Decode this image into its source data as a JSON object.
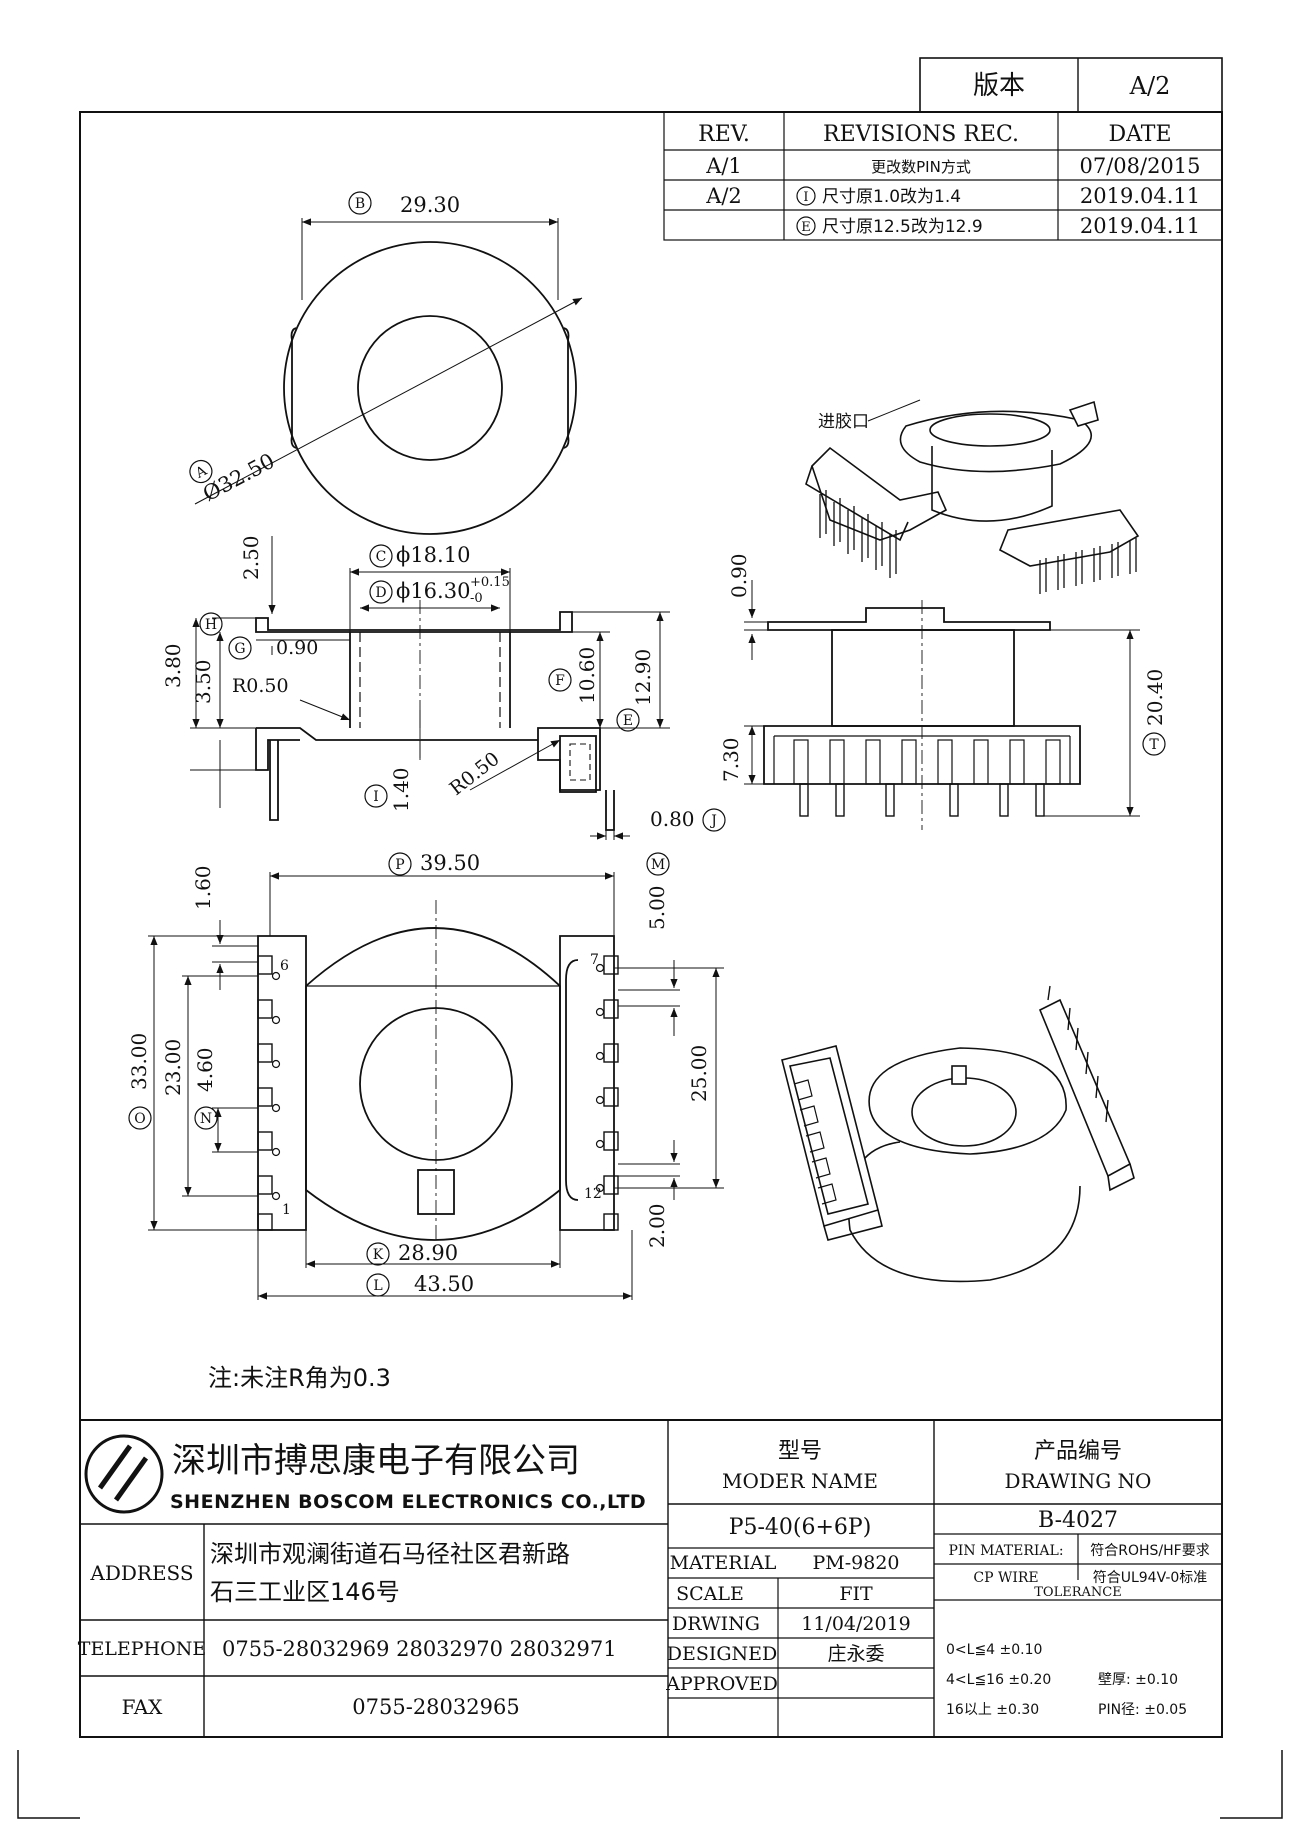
{
  "version_box": {
    "label": "版本",
    "value": "A/2"
  },
  "revisions": {
    "headers": {
      "rev": "REV.",
      "rec": "REVISIONS REC.",
      "date": "DATE"
    },
    "rows": [
      {
        "rev": "A/1",
        "mark": "",
        "desc": "更改数PIN方式",
        "date": "07/08/2015"
      },
      {
        "rev": "A/2",
        "mark": "I",
        "desc": "尺寸原1.0改为1.4",
        "date": "2019.04.11"
      },
      {
        "rev": "",
        "mark": "E",
        "desc": "尺寸原12.5改为12.9",
        "date": "2019.04.11"
      }
    ]
  },
  "dimensions": {
    "A": {
      "letter": "A",
      "value": "Ø32.50"
    },
    "B": {
      "letter": "B",
      "value": "29.30"
    },
    "C": {
      "letter": "C",
      "value": "ϕ18.10"
    },
    "D": {
      "letter": "D",
      "value": "ϕ16.30",
      "tol_plus": "+0.15",
      "tol_minus": "-0"
    },
    "E": {
      "letter": "E",
      "value": "12.90"
    },
    "F": {
      "letter": "F",
      "value": "10.60"
    },
    "G": {
      "letter": "G",
      "value": "3.50"
    },
    "H": {
      "letter": "H",
      "value": "3.80"
    },
    "I": {
      "letter": "I",
      "value": "1.40"
    },
    "J": {
      "letter": "J",
      "value": "0.80"
    },
    "K": {
      "letter": "K",
      "value": "28.90"
    },
    "L": {
      "letter": "L",
      "value": "43.50"
    },
    "M": {
      "letter": "M",
      "value": "5.00"
    },
    "N": {
      "letter": "N",
      "value": "4.60"
    },
    "O": {
      "letter": "O",
      "value": "33.00"
    },
    "P": {
      "letter": "P",
      "value": "39.50"
    },
    "T": {
      "letter": "T",
      "value": "20.40"
    },
    "plain": {
      "d250": "2.50",
      "d090a": "0.90",
      "d090b": "0.90",
      "r050a": "R0.50",
      "r050b": "R0.50",
      "d730": "7.30",
      "d160": "1.60",
      "d2300": "23.00",
      "d2500": "25.00",
      "d200": "2.00"
    }
  },
  "pins": {
    "p1": "1",
    "p6": "6",
    "p7": "7",
    "p12": "12"
  },
  "gate_label": "进胶口",
  "note": "注:未注R角为0.3",
  "company": {
    "name_cn": "深圳市搏思康电子有限公司",
    "name_en": "SHENZHEN BOSCOM ELECTRONICS CO.,LTD"
  },
  "info": {
    "address_label": "ADDRESS",
    "address_line1": "深圳市观澜街道石马径社区君新路",
    "address_line2": "石三工业区146号",
    "telephone_label": "TELEPHONE",
    "telephone": "0755-28032969 28032970 28032971",
    "fax_label": "FAX",
    "fax": "0755-28032965"
  },
  "model": {
    "label_cn": "型号",
    "label_en": "MODER NAME",
    "value": "P5-40(6+6P)"
  },
  "drawing_no": {
    "label_cn": "产品编号",
    "label_en": "DRAWING NO",
    "value": "B-4027"
  },
  "details": {
    "material_label": "MATERIAL",
    "material": "PM-9820",
    "scale_label": "SCALE",
    "scale": "FIT",
    "drawing_label": "DRWING",
    "drawing_date": "11/04/2019",
    "designed_label": "DESIGNED",
    "designer": "庄永委",
    "approved_label": "APPROVED"
  },
  "materials": {
    "pin_label": "PIN MATERIAL:",
    "pin_value": "符合ROHS/HF要求",
    "wire_label": "CP WIRE",
    "wire_value": "符合UL94V-0标准"
  },
  "tolerance": {
    "title": "TOLERANCE",
    "r1": "0<L≦4  ±0.10",
    "r2": "4<L≦16  ±0.20",
    "r3": "16以上     ±0.30",
    "wall": "壁厚:  ±0.10",
    "pin": "PIN径: ±0.05"
  }
}
